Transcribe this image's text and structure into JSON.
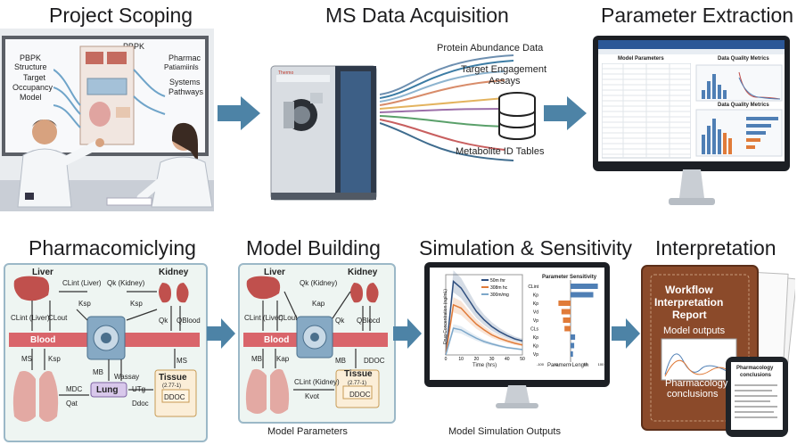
{
  "stages": {
    "project_scoping": {
      "title": "Project Scoping",
      "board_title": "PBPK",
      "board_left_1": "PBPK",
      "board_left_2": "Structure",
      "board_left_3": "Target",
      "board_left_4": "Occupancy",
      "board_left_5": "Model",
      "board_right_1": "Pharmac",
      "board_right_2": "Patiamiinls",
      "board_right_3": "Systems",
      "board_right_4": "Pathways"
    },
    "ms_data": {
      "title": "MS Data Acquisition",
      "label_1": "Protein Abundance Data",
      "label_2": "Target Engagement",
      "label_3": "Assays",
      "label_4": "Metabolite ID Tables",
      "brand": "Thermo"
    },
    "param_extraction": {
      "title": "Parameter Extraction",
      "table_title": "Model Parameters",
      "chart1_title": "Data Quality Metrics",
      "chart2_title": "Data Quality Metrics"
    },
    "pharmacom": {
      "title": "Pharmacomiclying",
      "liver": "Liver",
      "kidney": "Kidney",
      "blood": "Blood",
      "lung": "Lung",
      "tissue": "Tissue",
      "cl_int_liver": "CLint (Liver)",
      "q_k_kidney": "Qk (Kidney)",
      "k_sp1": "Ksp",
      "k_sp2": "Ksp",
      "cl_int": "CLint (Liver)",
      "cl_out": "CLout",
      "q_k": "Qk",
      "q_blood": "QBlood",
      "m_s": "MS",
      "k_sp3": "Ksp",
      "m_b": "MB",
      "w_assay": "Wassay",
      "m_sb": "MS",
      "m_dcc": "MDC",
      "q_at": "Qat",
      "u_tg": "UTg",
      "d_doc": "Ddoc",
      "d_doc2": "DDOC",
      "tissue_val": "(2.77-1)"
    },
    "model_building": {
      "title": "Model Building",
      "caption": "Model Parameters",
      "liver": "Liver",
      "kidney": "Kidney",
      "blood": "Blood",
      "tissue": "Tissue",
      "q_k_kidney": "Qk (Kidney)",
      "k_ap": "Kap",
      "cl_int": "CLint (Liver)",
      "cl_out": "CLout",
      "q_k": "Qk",
      "q_blood": "QBlocd",
      "m_b": "MB",
      "k_ap2": "Kap",
      "m_b2": "MB",
      "d_doc": "DDOC",
      "cl_int_kid": "CLint (Kidney)",
      "k_vot": "Kvot",
      "tissue_val": "(2.77-1)",
      "d_doc2": "DDOC"
    },
    "simulation": {
      "title": "Simulation & Sensitivity",
      "caption": "Model Simulation Outputs",
      "y_label": "Drug Concentration (ng/mL)",
      "x_label": "Time (hrs)",
      "legend": [
        "50m fnr",
        "308m hc",
        "300m/mg"
      ],
      "sens_title": "Parameter Sensitivity",
      "sens_xlabel": "Paramem Length",
      "sens_params": [
        "CLint",
        "Kp",
        "Kp",
        "Vd",
        "Vp",
        "CLs",
        "Kp",
        "Kp",
        "Vp"
      ]
    },
    "interpretation": {
      "title": "Interpretation",
      "report_line1": "Workflow",
      "report_line2": "Interpretation",
      "report_line3": "Report",
      "model_outputs": "Model outputs",
      "pharm_conclusions_1": "Pharmacology",
      "pharm_conclusions_2": "conclusions",
      "tablet_title_1": "Pharmacology",
      "tablet_title_2": "conclusions"
    }
  },
  "colors": {
    "arrow": "#4d83a6",
    "panel_bg": "#eef5f2",
    "panel_border": "#9bb8c7",
    "blood": "#d9656b",
    "organ": "#c0504d",
    "report": "#8b4a2a"
  },
  "chart_data": {
    "type": "line",
    "title": "",
    "xlabel": "Time (hrs)",
    "ylabel": "Drug Concentration (ng/mL)",
    "x": [
      0,
      5,
      10,
      15,
      20,
      25,
      30,
      35,
      40,
      45,
      50
    ],
    "series": [
      {
        "name": "50m fnr",
        "values": [
          0,
          220,
          200,
          165,
          130,
          105,
          85,
          70,
          58,
          48,
          42
        ]
      },
      {
        "name": "308m hc",
        "values": [
          0,
          150,
          140,
          115,
          92,
          75,
          60,
          50,
          42,
          35,
          30
        ]
      },
      {
        "name": "300m/mg",
        "values": [
          0,
          80,
          75,
          62,
          50,
          40,
          33,
          27,
          22,
          19,
          16
        ]
      }
    ],
    "xlim": [
      0,
      50
    ],
    "sensitivity": {
      "type": "bar",
      "categories": [
        "CLint",
        "Kp",
        "Kp",
        "Vd",
        "Vp",
        "CLs",
        "Kp",
        "Kp",
        "Vp"
      ],
      "values": [
        90,
        75,
        -40,
        -30,
        -25,
        -20,
        15,
        12,
        8
      ],
      "xlim": [
        -100,
        100
      ]
    }
  }
}
